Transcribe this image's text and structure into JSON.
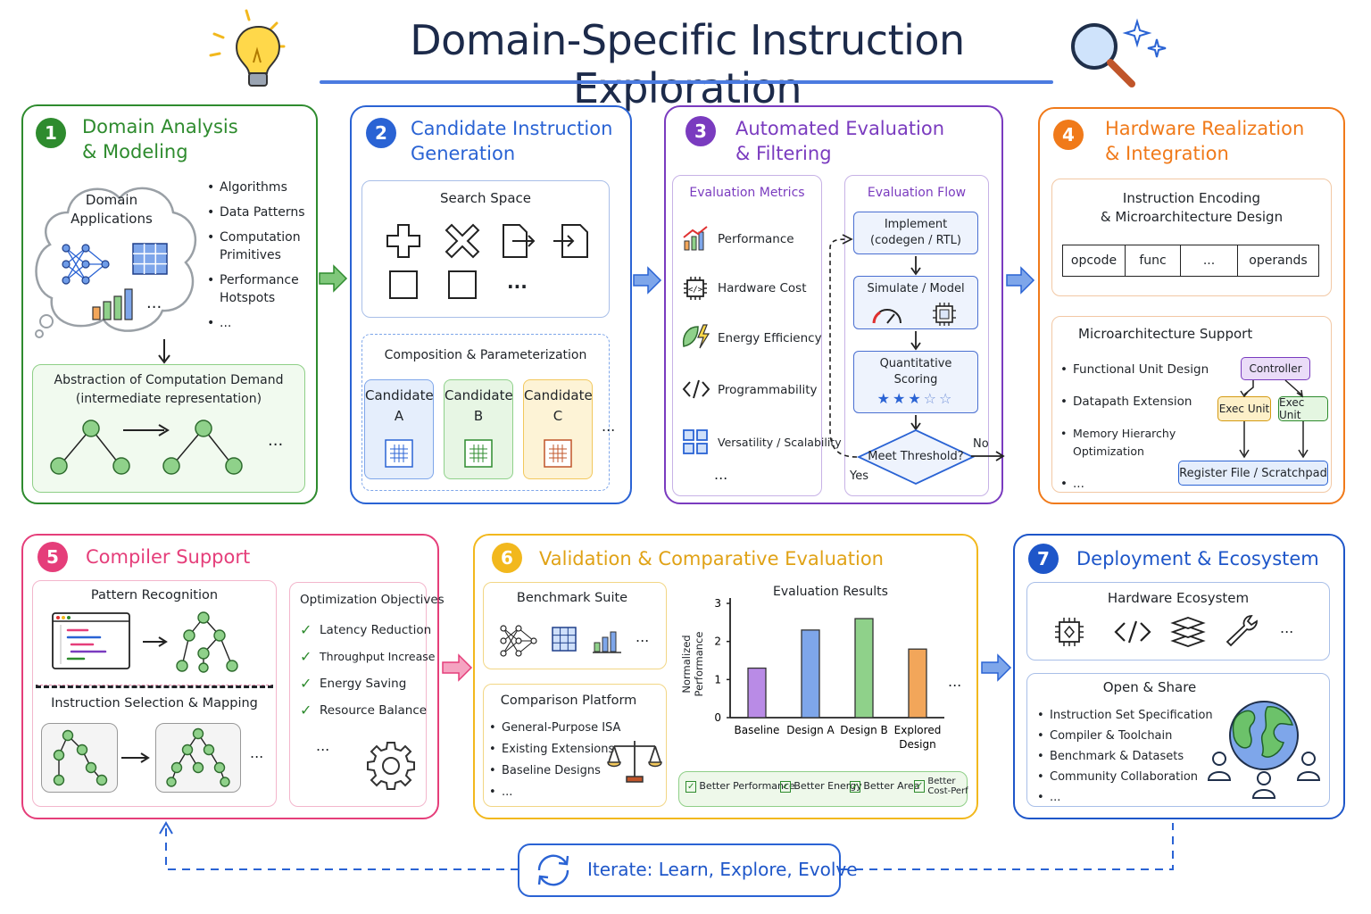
{
  "title": "Domain-Specific Instruction Exploration",
  "colors": {
    "green": "#2e8b2e",
    "blue": "#2a63d4",
    "purple": "#7a3bbf",
    "orange": "#f07a1a",
    "pink": "#e53e7a",
    "yellow": "#f2b81d",
    "navy": "#1e56c9"
  },
  "panel1": {
    "num": "1",
    "title": "Domain Analysis\n& Modeling",
    "cloud_label": "Domain\nApplications",
    "cloud_more": "...",
    "bullets": [
      "Algorithms",
      "Data Patterns",
      "Computation\nPrimitives",
      "Performance\nHotspots",
      "..."
    ],
    "abstraction_title": "Abstraction of Computation Demand\n(intermediate representation)",
    "abstraction_more": "..."
  },
  "panel2": {
    "num": "2",
    "title": "Candidate Instruction\nGeneration",
    "search_title": "Search Space",
    "search_more": "...",
    "comp_title": "Composition & Parameterization",
    "candidates": [
      "Candidate\nA",
      "Candidate\nB",
      "Candidate\nC"
    ],
    "cand_more": "..."
  },
  "panel3": {
    "num": "3",
    "title": "Automated Evaluation\n& Filtering",
    "metrics_title": "Evaluation Metrics",
    "metrics": [
      "Performance",
      "Hardware Cost",
      "Energy Efficiency",
      "Programmability",
      "Versatility / Scalability"
    ],
    "metrics_more": "...",
    "flow_title": "Evaluation Flow",
    "flow": [
      "Implement\n(codegen / RTL)",
      "Simulate / Model",
      "Quantitative\nScoring"
    ],
    "stars": 3,
    "stars_total": 5,
    "decision": "Meet Threshold?",
    "yes": "Yes",
    "no": "No"
  },
  "panel4": {
    "num": "4",
    "title": "Hardware Realization\n& Integration",
    "encoding_title": "Instruction Encoding\n& Microarchitecture Design",
    "fields": [
      "opcode",
      "func",
      "...",
      "operands"
    ],
    "micro_title": "Microarchitecture Support",
    "bullets": [
      "Functional Unit Design",
      "Datapath Extension",
      "Memory Hierarchy Optimization",
      "..."
    ],
    "controller": "Controller",
    "exec1": "Exec Unit",
    "exec2": "Exec Unit",
    "regfile": "Register File / Scratchpad"
  },
  "panel5": {
    "num": "5",
    "title": "Compiler Support",
    "pattern_title": "Pattern Recognition",
    "selection_title": "Instruction Selection & Mapping",
    "selection_more": "...",
    "objectives_title": "Optimization Objectives",
    "objectives": [
      "Latency Reduction",
      "Throughput Increase",
      "Energy Saving",
      "Resource Balance"
    ],
    "objectives_more": "...",
    "check": "✓"
  },
  "panel6": {
    "num": "6",
    "title": "Validation & Comparative Evaluation",
    "bench_title": "Benchmark Suite",
    "bench_more": "...",
    "platform_title": "Comparison Platform",
    "platform": [
      "General-Purpose ISA",
      "Existing Extensions",
      "Baseline Designs",
      "..."
    ],
    "legend": [
      "Better Performance",
      "Better Energy",
      "Better Area",
      "Better\nCost-Perf"
    ],
    "legend_check": "✓"
  },
  "chart_data": {
    "type": "bar",
    "title": "Evaluation Results",
    "ylabel": "Normalized\nPerformance",
    "xlabel": "",
    "categories": [
      "Baseline",
      "Design A",
      "Design B",
      "Explored\nDesign"
    ],
    "values": [
      1.3,
      2.3,
      2.6,
      1.8
    ],
    "colors": [
      "#b98be6",
      "#7ea6ea",
      "#8fd18a",
      "#f2a65a"
    ],
    "ylim": [
      0,
      3
    ],
    "yticks": [
      "0",
      "1",
      "2",
      "3"
    ],
    "more": "...",
    "grid": false
  },
  "panel7": {
    "num": "7",
    "title": "Deployment & Ecosystem",
    "eco_title": "Hardware Ecosystem",
    "eco_more": "...",
    "share_title": "Open & Share",
    "bullets": [
      "Instruction Set Specification",
      "Compiler & Toolchain",
      "Benchmark & Datasets",
      "Community Collaboration",
      "..."
    ]
  },
  "iterate": {
    "label": "Iterate: Learn, Explore, Evolve"
  }
}
